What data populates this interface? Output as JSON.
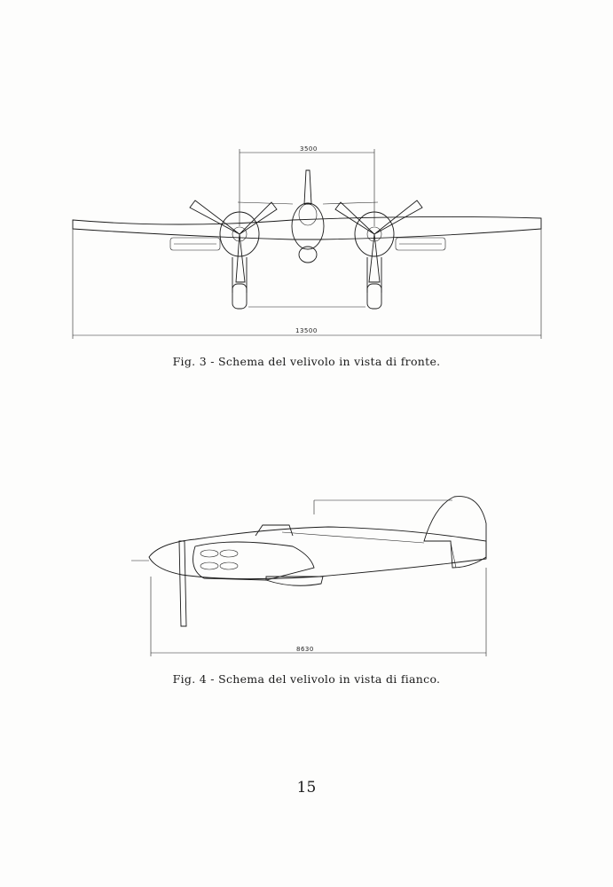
{
  "figures": [
    {
      "caption": "Fig. 3 - Schema del velivolo in vista di fronte.",
      "dimensions": {
        "propeller_spacing": "3500",
        "wingspan": "13500"
      }
    },
    {
      "caption": "Fig. 4 - Schema del velivolo in vista di fianco.",
      "dimensions": {
        "length": "8630"
      }
    }
  ],
  "page_number": "15"
}
